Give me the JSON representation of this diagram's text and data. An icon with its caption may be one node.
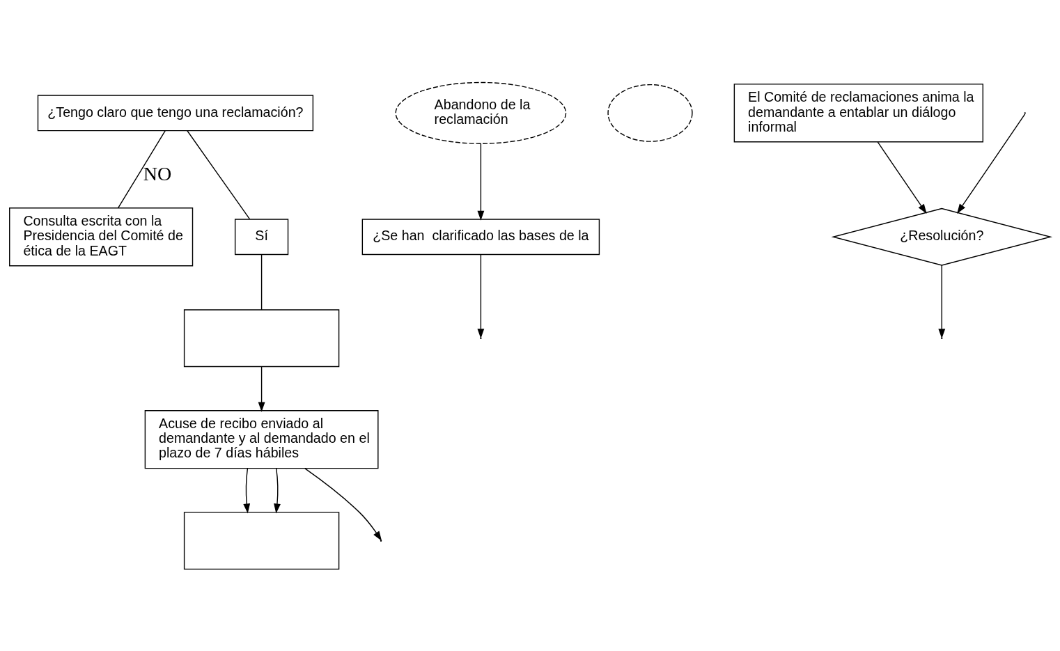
{
  "diagram": {
    "nodes": [
      {
        "text": [
          "¿Tengo claro que tengo una reclamación?"
        ]
      },
      {
        "text": [
          "Abandono de la reclamación"
        ]
      },
      {
        "text": [
          "Consulta escrita con la Presidencia del Comité de ética de la EAGT"
        ]
      },
      {
        "text": [
          "Sí"
        ]
      },
      {
        "text": [],
        "shape": "box"
      },
      {
        "text": [
          "Acuse de recibo enviado al demandante y al demandado en el plazo de 7 días hábiles"
        ]
      },
      {
        "text": [
          "¿Se han  clarificado las bases de la"
        ]
      },
      {
        "text": [],
        "shape": "ellipse"
      },
      {
        "text": [
          "El Comité de reclamaciones anima la demandante a entablar un diálogo informal"
        ]
      },
      {
        "text": [],
        "shape": "box"
      },
      {
        "text": [
          "¿Resolución?"
        ]
      }
    ],
    "edges": [
      {
        "from": 0,
        "to": 2,
        "arrow": "none",
        "label": "NO"
      },
      {
        "from": 0,
        "to": 3,
        "arrow": "none"
      },
      {
        "from": 3,
        "to": 4,
        "arrow": "none"
      },
      {
        "from": 1,
        "to": 6,
        "arrow": "to"
      },
      {
        "from": 4,
        "to": 5,
        "arrow": "to"
      },
      {
        "from": 5,
        "to": 9,
        "arrow": "to"
      },
      {
        "from": 5,
        "to": 9,
        "arrow": "to"
      },
      {
        "from": 6,
        "to": null,
        "arrow": "to"
      },
      {
        "from": 5,
        "to": null,
        "arrow": "to"
      },
      {
        "from": 8,
        "to": 10,
        "arrow": "to"
      },
      {
        "from": null,
        "to": 10,
        "arrow": "to"
      },
      {
        "from": 10,
        "to": null,
        "arrow": "to"
      }
    ]
  }
}
